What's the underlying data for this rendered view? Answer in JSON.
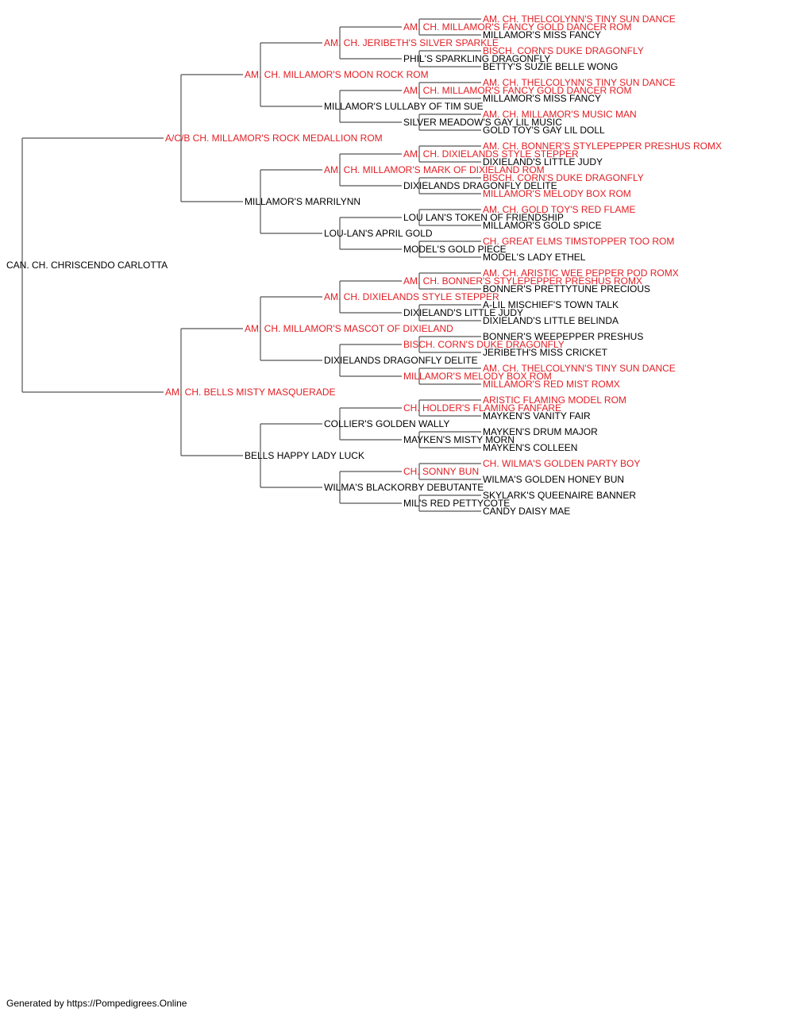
{
  "colors": {
    "champion": "#e31e24",
    "normal": "#000000",
    "line": "#555555"
  },
  "pedigree": {
    "name": "CAN. CH. CHRISCENDO CARLOTTA",
    "champion": false,
    "sire": {
      "name": "A/C/B CH. MILLAMOR'S ROCK MEDALLION ROM",
      "champion": true,
      "sire": {
        "name": "AM. CH. MILLAMOR'S MOON ROCK ROM",
        "champion": true,
        "sire": {
          "name": "AM. CH. JERIBETH'S SILVER SPARKLE",
          "champion": true,
          "sire": {
            "name": "AM. CH. MILLAMOR'S FANCY GOLD DANCER ROM",
            "champion": true,
            "sire": {
              "name": "AM. CH. THELCOLYNN'S TINY SUN DANCE",
              "champion": true
            },
            "dam": {
              "name": "MILLAMOR'S MISS FANCY",
              "champion": false
            }
          },
          "dam": {
            "name": "PHIL'S SPARKLING DRAGONFLY",
            "champion": false,
            "sire": {
              "name": "BISCH. CORN'S DUKE DRAGONFLY",
              "champion": true
            },
            "dam": {
              "name": "BETTY'S SUZIE BELLE WONG",
              "champion": false
            }
          }
        },
        "dam": {
          "name": "MILLAMOR'S LULLABY OF TIM SUE",
          "champion": false,
          "sire": {
            "name": "AM. CH. MILLAMOR'S FANCY GOLD DANCER ROM",
            "champion": true,
            "sire": {
              "name": "AM. CH. THELCOLYNN'S TINY SUN DANCE",
              "champion": true
            },
            "dam": {
              "name": "MILLAMOR'S MISS FANCY",
              "champion": false
            }
          },
          "dam": {
            "name": "SILVER MEADOW'S GAY LIL MUSIC",
            "champion": false,
            "sire": {
              "name": "AM. CH. MILLAMOR'S MUSIC MAN",
              "champion": true
            },
            "dam": {
              "name": "GOLD TOY'S GAY LIL DOLL",
              "champion": false
            }
          }
        }
      },
      "dam": {
        "name": "MILLAMOR'S MARRILYNN",
        "champion": false,
        "sire": {
          "name": "AM. CH. MILLAMOR'S MARK OF DIXIELAND ROM",
          "champion": true,
          "sire": {
            "name": "AM. CH. DIXIELANDS STYLE STEPPER",
            "champion": true,
            "sire": {
              "name": "AM. CH. BONNER'S STYLEPEPPER PRESHUS ROMX",
              "champion": true
            },
            "dam": {
              "name": "DIXIELAND'S LITTLE JUDY",
              "champion": false
            }
          },
          "dam": {
            "name": "DIXIELANDS DRAGONFLY DELITE",
            "champion": false,
            "sire": {
              "name": "BISCH. CORN'S DUKE DRAGONFLY",
              "champion": true
            },
            "dam": {
              "name": "MILLAMOR'S MELODY BOX ROM",
              "champion": true
            }
          }
        },
        "dam": {
          "name": "LOU-LAN'S APRIL GOLD",
          "champion": false,
          "sire": {
            "name": "LOU LAN'S TOKEN OF FRIENDSHIP",
            "champion": false,
            "sire": {
              "name": "AM. CH. GOLD TOY'S RED FLAME",
              "champion": true
            },
            "dam": {
              "name": "MILLAMOR'S GOLD SPICE",
              "champion": false
            }
          },
          "dam": {
            "name": "MODEL'S GOLD PIECE",
            "champion": false,
            "sire": {
              "name": "CH. GREAT ELMS TIMSTOPPER TOO ROM",
              "champion": true
            },
            "dam": {
              "name": "MODEL'S LADY ETHEL",
              "champion": false
            }
          }
        }
      }
    },
    "dam": {
      "name": "AM. CH. BELLS MISTY MASQUERADE",
      "champion": true,
      "sire": {
        "name": "AM. CH. MILLAMOR'S MASCOT OF DIXIELAND",
        "champion": true,
        "sire": {
          "name": "AM. CH. DIXIELANDS STYLE STEPPER",
          "champion": true,
          "sire": {
            "name": "AM. CH. BONNER'S STYLEPEPPER PRESHUS ROMX",
            "champion": true,
            "sire": {
              "name": "AM. CH. ARISTIC WEE PEPPER POD ROMX",
              "champion": true
            },
            "dam": {
              "name": "BONNER'S PRETTYTUNE PRECIOUS",
              "champion": false
            }
          },
          "dam": {
            "name": "DIXIELAND'S LITTLE JUDY",
            "champion": false,
            "sire": {
              "name": "A-LIL MISCHIEF'S TOWN TALK",
              "champion": false
            },
            "dam": {
              "name": "DIXIELAND'S LITTLE BELINDA",
              "champion": false
            }
          }
        },
        "dam": {
          "name": "DIXIELANDS DRAGONFLY DELITE",
          "champion": false,
          "sire": {
            "name": "BISCH. CORN'S DUKE DRAGONFLY",
            "champion": true,
            "sire": {
              "name": "BONNER'S WEEPEPPER PRESHUS",
              "champion": false
            },
            "dam": {
              "name": "JERIBETH'S MISS CRICKET",
              "champion": false
            }
          },
          "dam": {
            "name": "MILLAMOR'S MELODY BOX ROM",
            "champion": true,
            "sire": {
              "name": "AM. CH. THELCOLYNN'S TINY SUN DANCE",
              "champion": true
            },
            "dam": {
              "name": "MILLAMOR'S RED MIST ROMX",
              "champion": true
            }
          }
        }
      },
      "dam": {
        "name": "BELLS HAPPY LADY LUCK",
        "champion": false,
        "sire": {
          "name": "COLLIER'S GOLDEN WALLY",
          "champion": false,
          "sire": {
            "name": "CH. HOLDER'S FLAMING FANFARE",
            "champion": true,
            "sire": {
              "name": "ARISTIC FLAMING MODEL ROM",
              "champion": true
            },
            "dam": {
              "name": "MAYKEN'S VANITY FAIR",
              "champion": false
            }
          },
          "dam": {
            "name": "MAYKEN'S MISTY MORN",
            "champion": false,
            "sire": {
              "name": "MAYKEN'S DRUM MAJOR",
              "champion": false
            },
            "dam": {
              "name": "MAYKEN'S COLLEEN",
              "champion": false
            }
          }
        },
        "dam": {
          "name": "WILMA'S BLACKORBY DEBUTANTE",
          "champion": false,
          "sire": {
            "name": "CH. SONNY BUN",
            "champion": true,
            "sire": {
              "name": "CH. WILMA'S GOLDEN PARTY BOY",
              "champion": true
            },
            "dam": {
              "name": "WILMA'S GOLDEN HONEY BUN",
              "champion": false
            }
          },
          "dam": {
            "name": "MIL'S RED PETTYCOTE",
            "champion": false,
            "sire": {
              "name": "SKYLARK'S QUEENAIRE BANNER",
              "champion": false
            },
            "dam": {
              "name": "CANDY DAISY MAE",
              "champion": false
            }
          }
        }
      }
    }
  },
  "footer": "Generated by https://Pompedigrees.Online"
}
